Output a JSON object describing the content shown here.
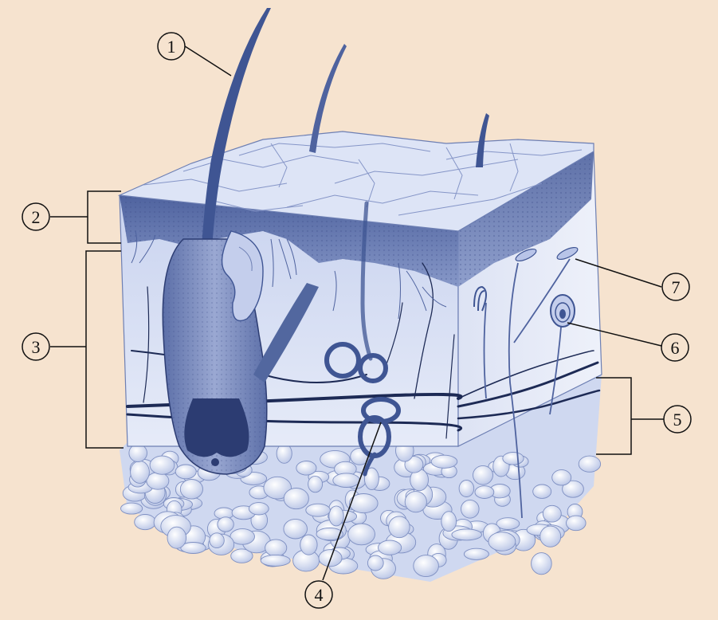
{
  "figure": {
    "background": "#f6e3cf",
    "tissue_colors": {
      "skin_light": "#dfe6f6",
      "skin_mid": "#9fb0d6",
      "skin_dark": "#3f5593",
      "ink": "#1d2a55",
      "fat": "#e7ecf8"
    },
    "callouts": [
      {
        "id": "1",
        "label": "1"
      },
      {
        "id": "2",
        "label": "2"
      },
      {
        "id": "3",
        "label": "3"
      },
      {
        "id": "4",
        "label": "4"
      },
      {
        "id": "5",
        "label": "5"
      },
      {
        "id": "6",
        "label": "6"
      },
      {
        "id": "7",
        "label": "7"
      }
    ]
  }
}
